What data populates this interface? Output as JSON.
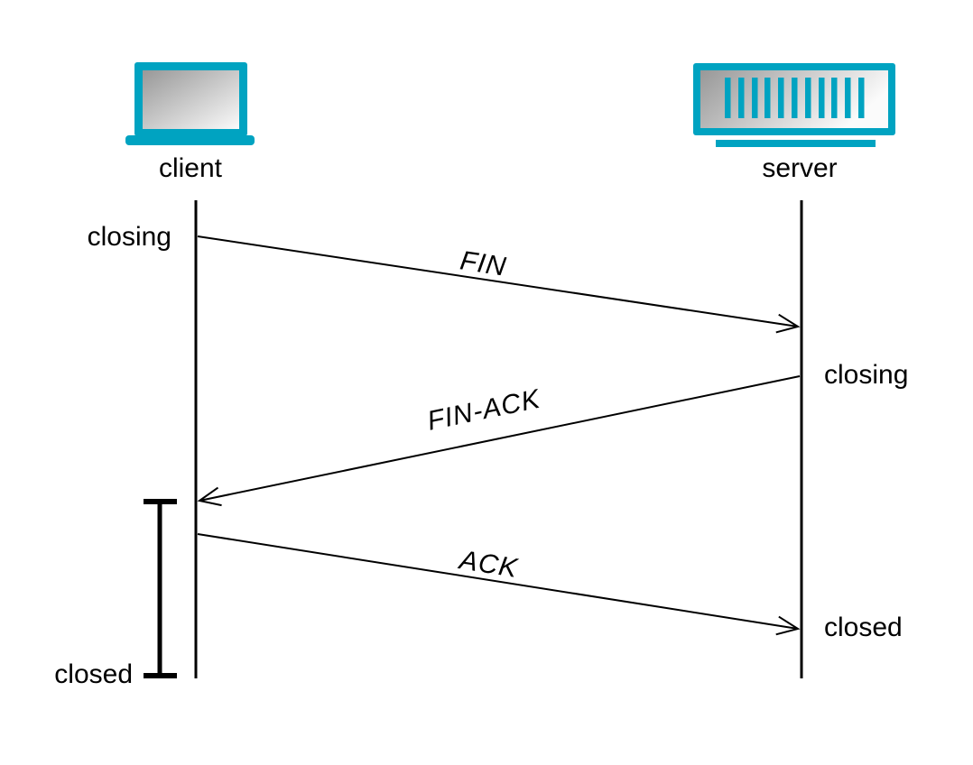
{
  "colors": {
    "accent": "#00a3c1",
    "line": "#000000",
    "background": "#ffffff"
  },
  "client": {
    "label": "client",
    "icon": "laptop-icon",
    "states": [
      {
        "label": "closing"
      },
      {
        "label": "closed"
      }
    ]
  },
  "server": {
    "label": "server",
    "icon": "server-icon",
    "states": [
      {
        "label": "closing"
      },
      {
        "label": "closed"
      }
    ]
  },
  "messages": [
    {
      "label": "FIN",
      "from": "client",
      "to": "server"
    },
    {
      "label": "FIN-ACK",
      "from": "server",
      "to": "client"
    },
    {
      "label": "ACK",
      "from": "client",
      "to": "server"
    }
  ]
}
